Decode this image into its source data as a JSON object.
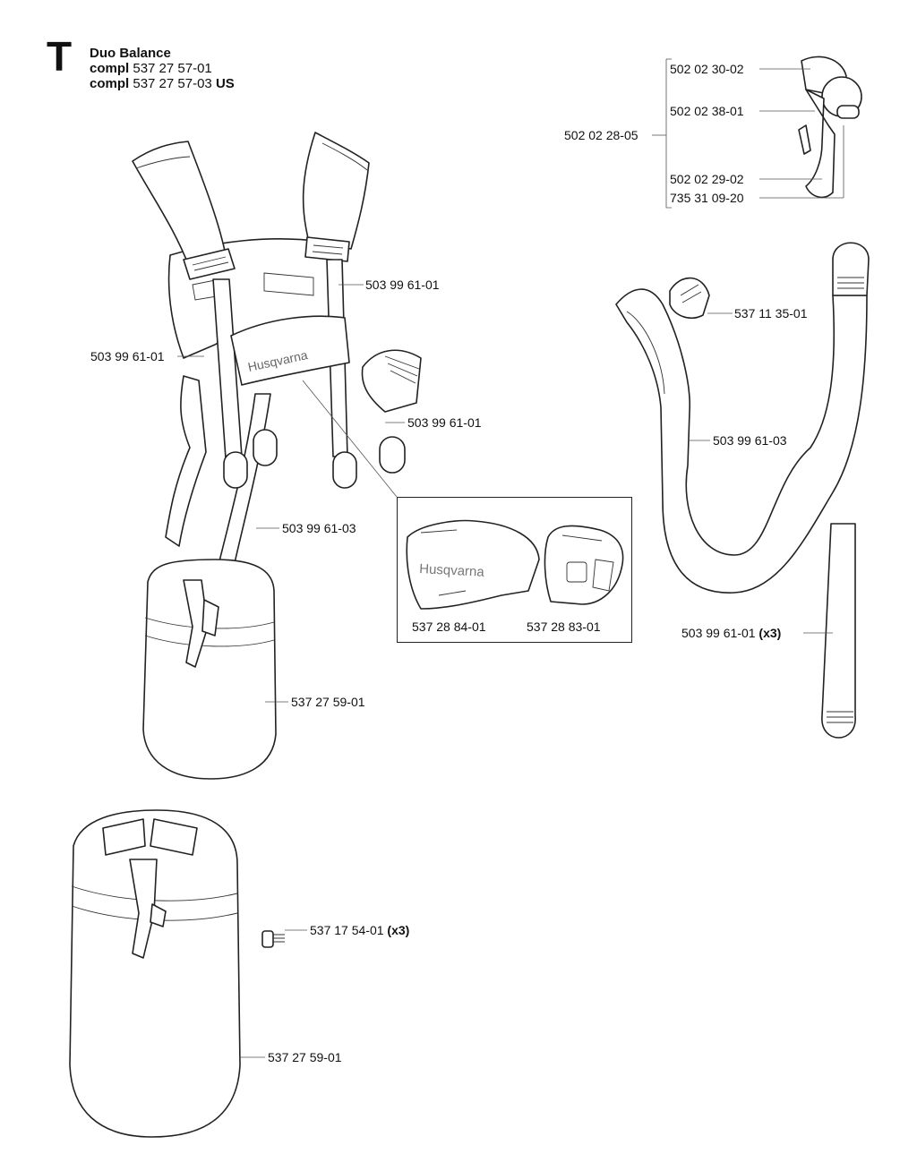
{
  "section": {
    "letter": "T",
    "name": "Duo Balance",
    "lines": [
      {
        "prefix": "compl",
        "number": "537 27 57-01",
        "suffix": ""
      },
      {
        "prefix": "compl",
        "number": "537 27 57-03",
        "suffix": "US"
      }
    ]
  },
  "parts": {
    "hook_top": "502 02 30-02",
    "hook_pin": "502 02 38-01",
    "hook_assembly": "502 02 28-05",
    "hook_spring": "502 02 29-02",
    "hook_screw": "735 31 09-20",
    "buckle": "537 11 35-01",
    "strap_upper": "503 99 61-01",
    "strap_left": "503 99 61-01",
    "strap_right": "503 99 61-01",
    "pad_long_left": "503 99 61-03",
    "pad_long_right": "503 99 61-03",
    "strap_single": "503 99 61-01",
    "strap_single_qty": "(x3)",
    "hip_pad_left": "537 28 84-01",
    "hip_pad_right": "537 28 83-01",
    "bag_upper": "537 27 59-01",
    "bag_lower": "537 27 59-01",
    "screw": "537 17 54-01",
    "screw_qty": "(x3)"
  },
  "brand": "Husqvarna"
}
